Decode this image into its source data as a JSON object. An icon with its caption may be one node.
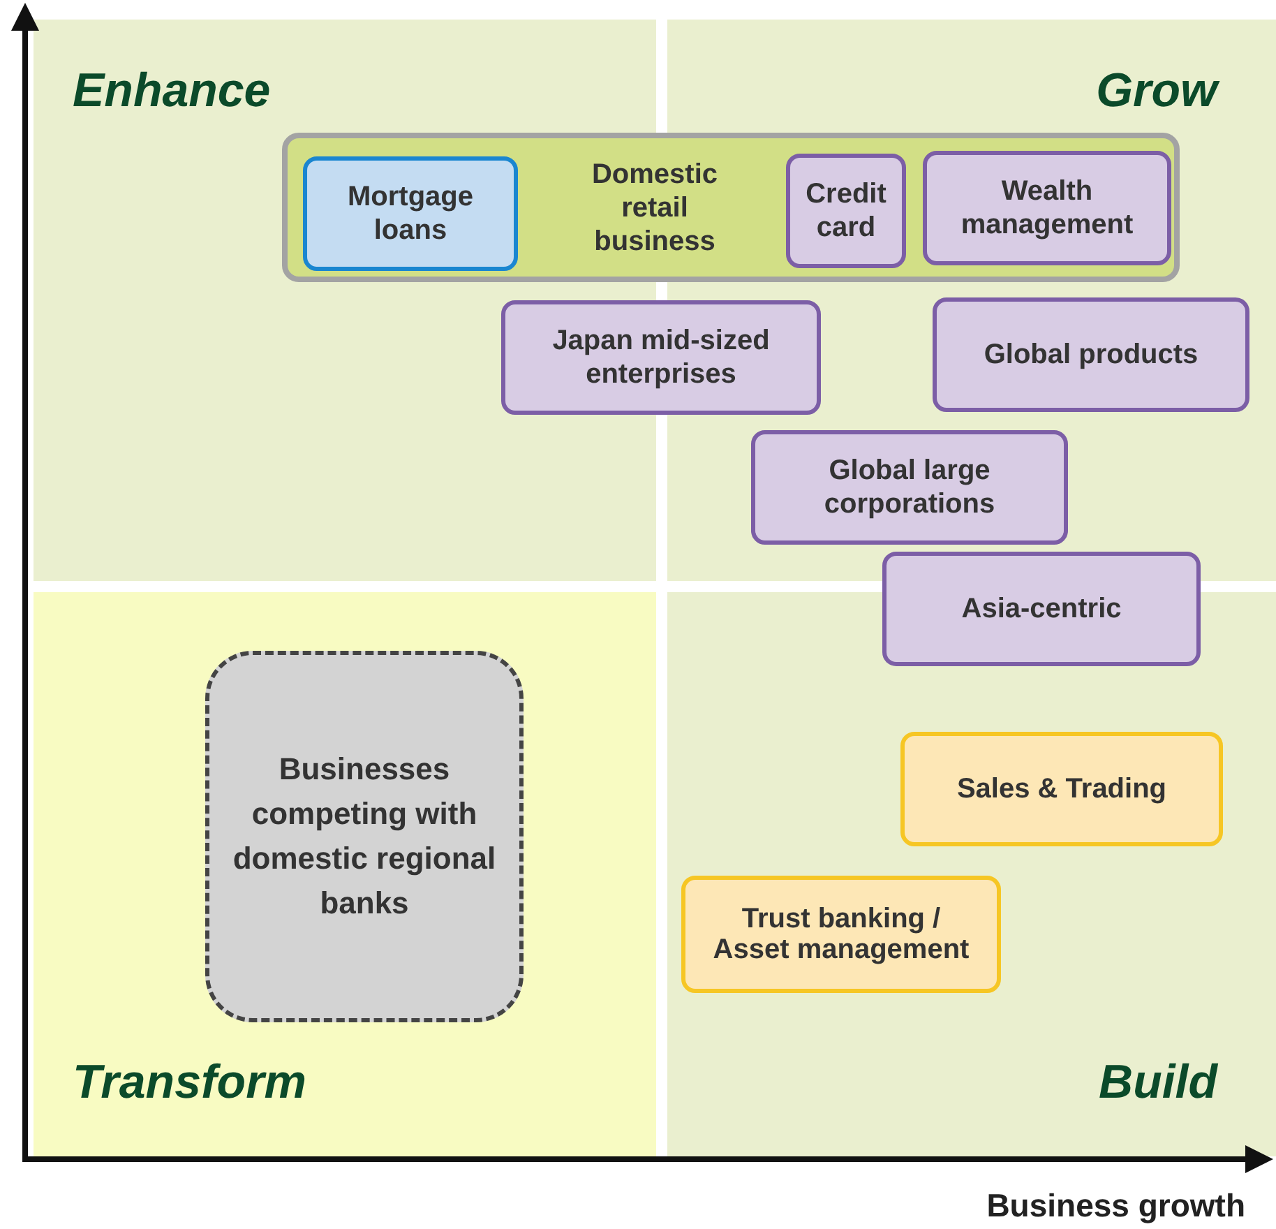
{
  "diagram": {
    "nodes": [
      {
        "text": [
          "Domestic retail business"
        ]
      },
      {
        "text": [
          "Mortgage loans"
        ],
        "in": 0
      },
      {
        "text": [
          "Credit card"
        ],
        "in": 0
      },
      {
        "text": [
          "Wealth management"
        ],
        "in": 0
      },
      {
        "text": [
          "Japan mid-sized enterprises"
        ]
      },
      {
        "text": [
          "Global products"
        ]
      },
      {
        "text": [
          "Global large corporations"
        ]
      },
      {
        "text": [
          "Asia-centric"
        ]
      },
      {
        "text": [
          "Businesses competing with domestic regional banks"
        ]
      },
      {
        "text": [
          "Sales & Trading"
        ]
      },
      {
        "text": [
          "Trust banking / Asset management"
        ]
      }
    ],
    "labels": [
      "Enhance",
      "Grow",
      "Transform",
      "Build",
      "Business growth"
    ]
  }
}
